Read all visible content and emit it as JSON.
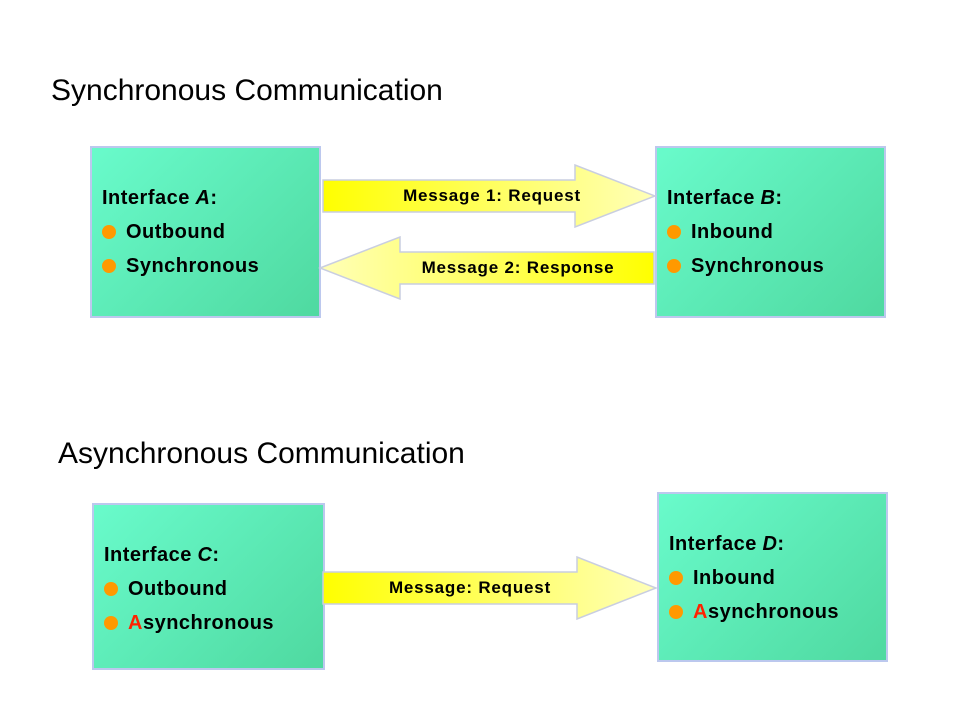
{
  "colors": {
    "box_gradient_start": "#69fbcb",
    "box_gradient_end": "#4fd9a0",
    "box_border": "#bcc8ee",
    "arrow_bright": "#ffff00",
    "arrow_mid": "#ffff55",
    "arrow_pale": "#ffffb8",
    "arrow_border": "#c9cee0",
    "bullet": "#ff9900",
    "accent_red": "#ff2200",
    "text": "#000000",
    "background": "#ffffff"
  },
  "section_synchronous": {
    "title": "Synchronous Communication",
    "box_a": {
      "name": "Interface",
      "letter": "A",
      "colon": ":",
      "bullets": [
        "Outbound",
        "Synchronous"
      ]
    },
    "box_b": {
      "name": "Interface",
      "letter": "B",
      "colon": ":",
      "bullets": [
        "Inbound",
        "Synchronous"
      ]
    },
    "arrow_request": {
      "label": "Message 1: Request",
      "direction": "right"
    },
    "arrow_response": {
      "label": "Message 2: Response",
      "direction": "left"
    }
  },
  "section_asynchronous": {
    "title": "Asynchronous Communication",
    "box_c": {
      "name": "Interface",
      "letter": "C",
      "colon": ":",
      "bullet1": "Outbound",
      "bullet2_first": "A",
      "bullet2_rest": "synchronous"
    },
    "box_d": {
      "name": "Interface",
      "letter": "D",
      "colon": ":",
      "bullet1": "Inbound",
      "bullet2_first": "A",
      "bullet2_rest": "synchronous"
    },
    "arrow_request": {
      "label": "Message: Request",
      "direction": "right"
    }
  }
}
